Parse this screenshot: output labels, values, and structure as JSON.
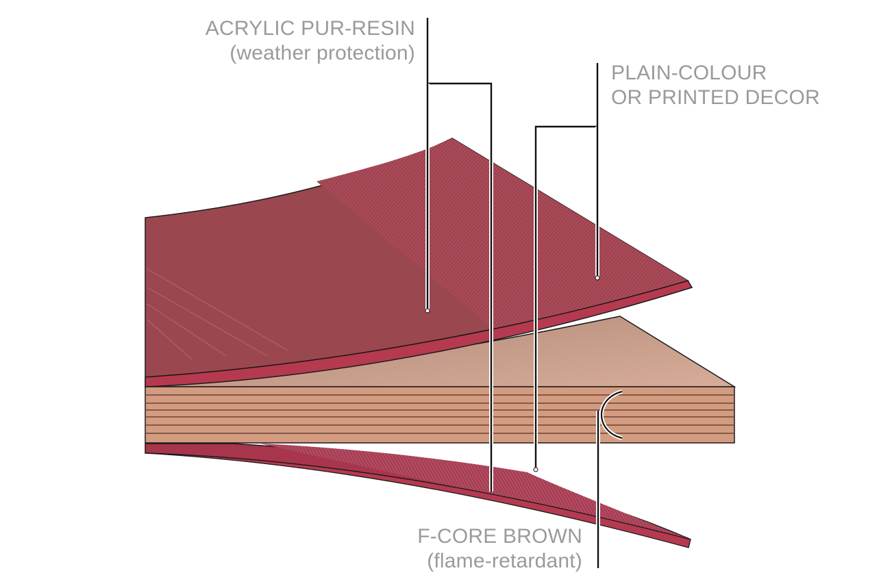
{
  "diagram": {
    "labels": {
      "acrylic": {
        "line1": "ACRYLIC PUR-RESIN",
        "line2": "(weather protection)"
      },
      "decor": {
        "line1": "PLAIN-COLOUR",
        "line2": "OR PRINTED DECOR"
      },
      "core": {
        "line1": "F-CORE BROWN",
        "line2": "(flame-retardant)"
      }
    },
    "colors": {
      "label_text": "#9a9a9a",
      "leader_line": "#111111",
      "top_sheet": "#9b4750",
      "top_sheet_right": "#a94b58",
      "hatch": "#8f3344",
      "sheet_edge": "#b53a50",
      "core_top": "#c19f8c",
      "core_side": "#d39b80",
      "core_stripe": "#8a5a48",
      "bottom_sheet": "#a7364c",
      "outline": "#1a1a1a"
    }
  }
}
